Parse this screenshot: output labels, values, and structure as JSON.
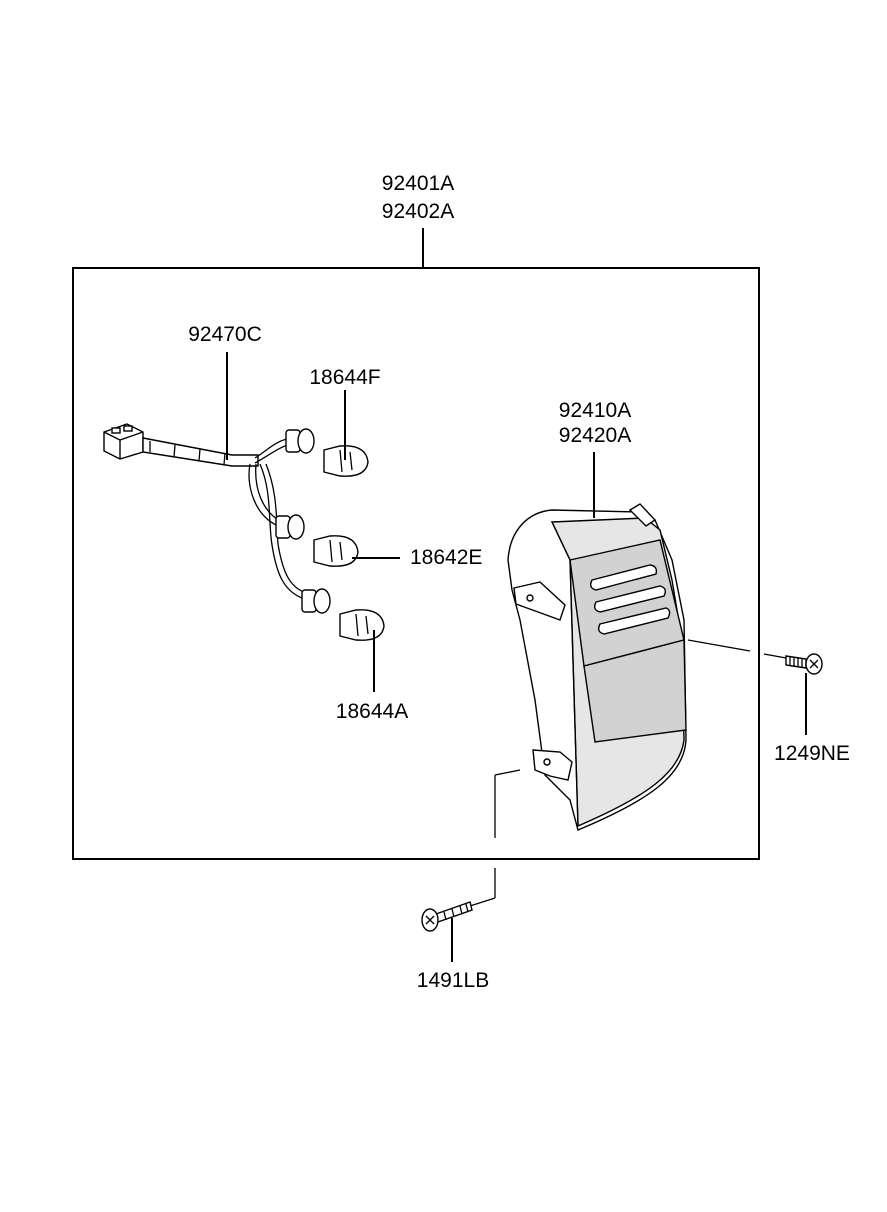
{
  "assembly": {
    "part_no_1": "92401A",
    "part_no_2": "92402A"
  },
  "parts": {
    "wiring_harness": "92470C",
    "bulb_upper": "18644F",
    "bulb_middle": "18642E",
    "bulb_lower": "18644A",
    "lens_housing_1": "92410A",
    "lens_housing_2": "92420A",
    "screw_right": "1249NE",
    "screw_bottom": "1491LB"
  }
}
